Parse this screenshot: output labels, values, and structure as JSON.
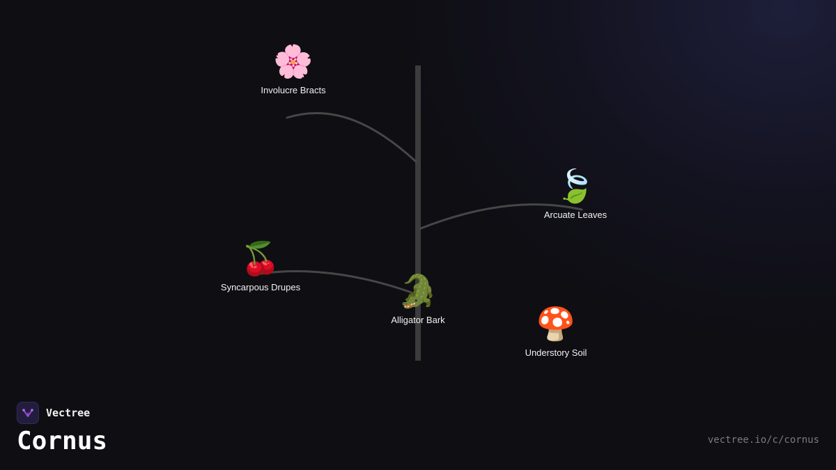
{
  "brand": {
    "name": "Vectree",
    "logo_icon": "vectree-logo-icon",
    "accent": "#9b4dd6"
  },
  "page": {
    "title": "Cornus",
    "url": "vectree.io/c/cornus"
  },
  "tree": {
    "trunk_color": "#3c3c3c",
    "branch_color": "#474747",
    "nodes": [
      {
        "id": "involucre",
        "label": "Involucre Bracts",
        "emoji": "🌸",
        "icon": "cherry-blossom-icon"
      },
      {
        "id": "arcuate",
        "label": "Arcuate Leaves",
        "emoji": "🍃",
        "icon": "leaves-fluttering-icon"
      },
      {
        "id": "drupes",
        "label": "Syncarpous Drupes",
        "emoji": "🍒",
        "icon": "cherries-icon"
      },
      {
        "id": "bark",
        "label": "Alligator Bark",
        "emoji": "🐊",
        "icon": "crocodile-icon"
      },
      {
        "id": "soil",
        "label": "Understory Soil",
        "emoji": "🍄",
        "icon": "mushroom-icon"
      }
    ]
  }
}
